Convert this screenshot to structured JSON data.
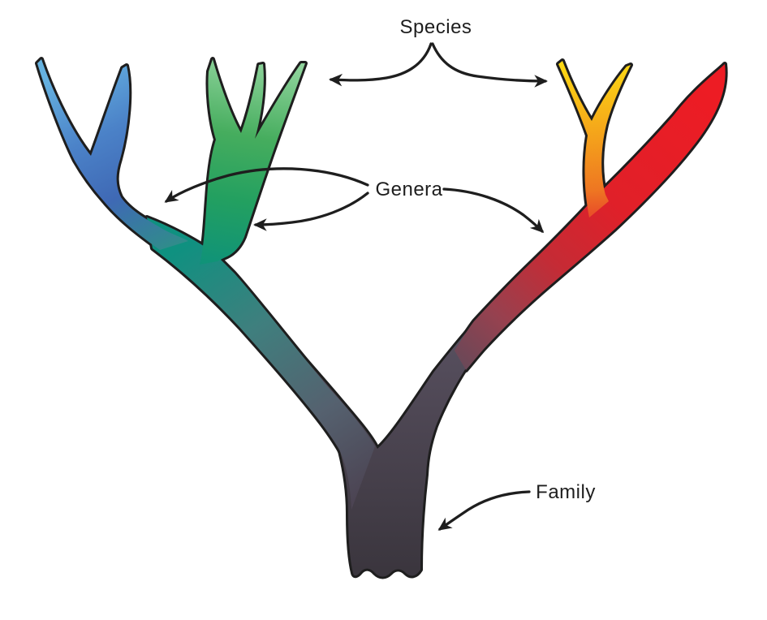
{
  "diagram": {
    "type": "phylogenetic-tree",
    "description": "Branching evolutionary tree: one family trunk splitting into genera branches ending in species tips",
    "labels": {
      "species": "Species",
      "genera": "Genera",
      "family": "Family"
    },
    "colors": {
      "background": "#ffffff",
      "outline": "#1e1e1e",
      "text": "#1e1e1e"
    },
    "gradients": {
      "blue_genus": [
        "#66b2e0",
        "#4b82c8",
        "#3f69b5",
        "#2f8f87"
      ],
      "green_genus": [
        "#8ed39b",
        "#46ad5e",
        "#23a060",
        "#0d917b"
      ],
      "yellow_genus": [
        "#fcd813",
        "#f4a11b",
        "#ee7622",
        "#e95128"
      ],
      "red_genus": [
        "#ed1c24",
        "#e02029",
        "#c52b35",
        "#97414f",
        "#5f4a5a"
      ],
      "left_arm": [
        "#0f9180",
        "#3f7f7e",
        "#55616f",
        "#4c4453"
      ],
      "trunk": [
        "#625a6c",
        "#4e4754",
        "#3a353d"
      ]
    },
    "branches": [
      {
        "id": "blue-genus",
        "species_tips": 2
      },
      {
        "id": "green-genus",
        "species_tips": 3
      },
      {
        "id": "yellow-genus",
        "species_tips": 2
      },
      {
        "id": "red-genus",
        "species_tips": 1
      }
    ],
    "annotation_arrow_counts": {
      "species": 2,
      "genera": 3,
      "family": 1
    }
  }
}
